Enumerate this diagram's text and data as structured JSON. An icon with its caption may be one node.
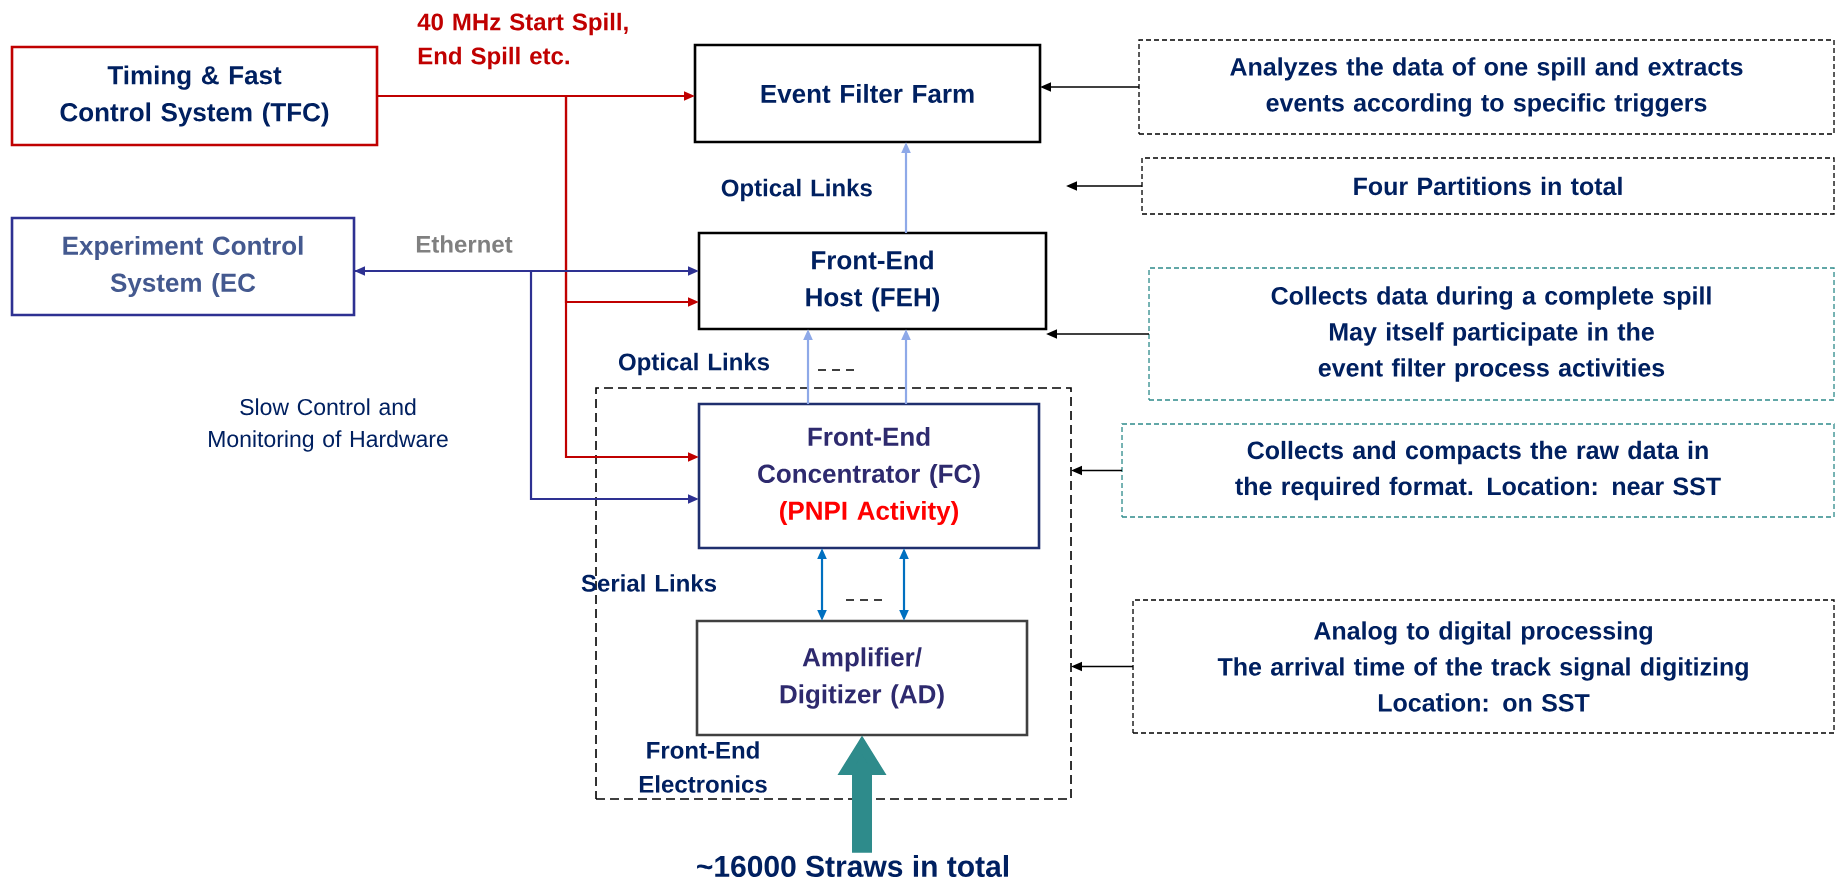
{
  "diagram": {
    "nodes": [
      {
        "text": [
          "Timing & Fast Control System (TFC)"
        ]
      },
      {
        "text": [
          "Event Filter Farm"
        ]
      },
      {
        "text": [
          "Experiment Control System (EC"
        ]
      },
      {
        "text": [
          "Front-End Host (FEH)"
        ]
      },
      {
        "text": [
          "Front-End Electronics"
        ]
      },
      {
        "text": [
          "Front-End Concentrator (FC)",
          "(PNPI Activity)"
        ],
        "in": 4
      },
      {
        "text": [
          "Amplifier/ Digitizer (AD)"
        ],
        "in": 4
      },
      {
        "text": [
          "~16000 Straws in total"
        ]
      },
      {
        "text": [
          "Analyzes the data of one spill and extracts events according to specific triggers"
        ]
      },
      {
        "text": [
          "Four Partitions in total"
        ]
      },
      {
        "text": [
          "Collects data during a complete spill",
          "May itself participate in the event filter process activities"
        ]
      },
      {
        "text": [
          "Collects and compacts the raw data in the required format. Location: near SST"
        ]
      },
      {
        "text": [
          "Analog to digital processing",
          "The arrival time of the track signal digitizing",
          "Location: on SST"
        ]
      }
    ],
    "edges": [
      {
        "from": 0,
        "to": 1,
        "arrow": "to",
        "label": "40 MHz Start Spill, End Spill etc.",
        "color": "#c00000"
      },
      {
        "from": 0,
        "to": 3,
        "arrow": "to",
        "color": "#c00000"
      },
      {
        "from": 0,
        "to": 5,
        "arrow": "to",
        "color": "#c00000"
      },
      {
        "from": 2,
        "to": 3,
        "arrow": "both",
        "label": "Ethernet",
        "color": "#2e3192"
      },
      {
        "from": 2,
        "to": 5,
        "arrow": "to",
        "color": "#2e3192"
      },
      {
        "from": 3,
        "to": 1,
        "arrow": "to",
        "label": "Optical Links",
        "color": "#8ea9e8"
      },
      {
        "from": 5,
        "to": 3,
        "arrow": "to",
        "label": "Optical Links",
        "color": "#8ea9e8"
      },
      {
        "from": 5,
        "to": 3,
        "arrow": "to",
        "color": "#8ea9e8"
      },
      {
        "from": 5,
        "to": 6,
        "arrow": "both",
        "label": "Serial Links",
        "color": "#0070c0"
      },
      {
        "from": 5,
        "to": 6,
        "arrow": "both",
        "color": "#0070c0"
      },
      {
        "from": 7,
        "to": 6,
        "arrow": "to",
        "style": "thick",
        "color": "#2e8b8b"
      },
      {
        "from": 8,
        "to": 1,
        "arrow": "to"
      },
      {
        "from": 9,
        "to": null,
        "arrow": "to"
      },
      {
        "from": 10,
        "to": 3,
        "arrow": "to"
      },
      {
        "from": 11,
        "to": 4,
        "arrow": "to"
      },
      {
        "from": 12,
        "to": 4,
        "arrow": "to"
      }
    ],
    "labels": [
      "Slow Control and Monitoring of Hardware"
    ]
  }
}
